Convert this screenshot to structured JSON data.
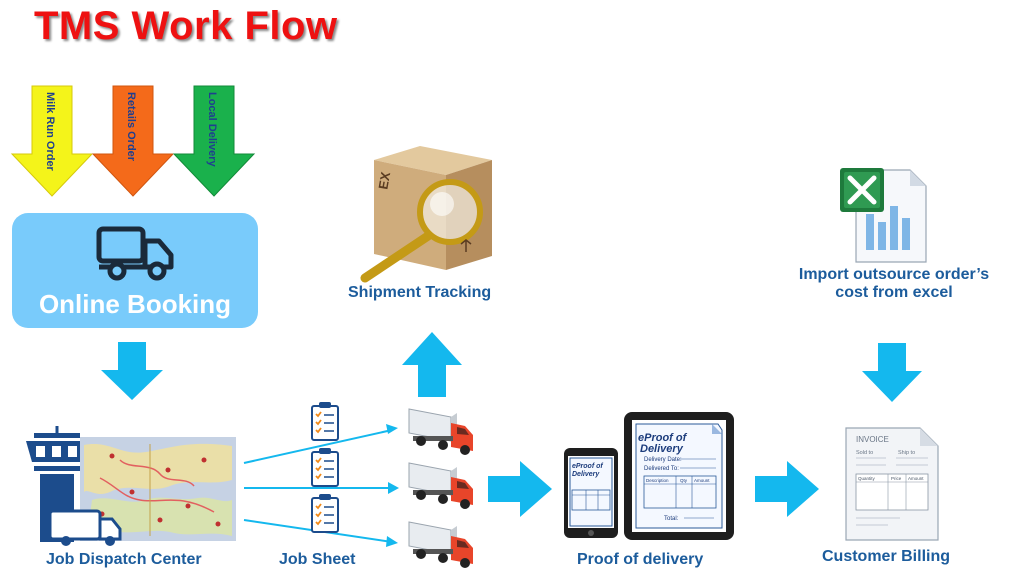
{
  "title": "TMS Work Flow",
  "order_types": [
    {
      "label": "Milk Run Order",
      "color": "#f4f41a"
    },
    {
      "label": "Retails Order",
      "color": "#f46a1a"
    },
    {
      "label": "Local Delivery",
      "color": "#1ab14c"
    }
  ],
  "online_booking": {
    "label": "Online Booking",
    "icon": "truck-outline-icon"
  },
  "job_dispatch_center": {
    "label": "Job Dispatch Center",
    "icons": [
      "control-tower-icon",
      "map-icon",
      "truck-icon"
    ]
  },
  "job_sheet": {
    "label": "Job Sheet",
    "icon": "checklist-icon"
  },
  "shipment_tracking": {
    "label": "Shipment Tracking",
    "icon": "magnifier-box-icon"
  },
  "proof_of_delivery": {
    "label": "Proof of delivery",
    "icon": "tablet-phone-icon",
    "doc_title_line1": "eProof of",
    "doc_title_line2": "Delivery",
    "field_date": "Delivery Date:",
    "field_to": "Delivered To:",
    "col_description": "Description",
    "col_qty": "Qty",
    "col_amount": "Amount",
    "total": "Total:"
  },
  "import_cost": {
    "label_line1": "Import outsource order’s",
    "label_line2": "cost from excel",
    "icon": "excel-file-icon"
  },
  "customer_billing": {
    "label": "Customer Billing",
    "icon": "invoice-icon",
    "invoice_title": "INVOICE",
    "sold_to": "Sold to",
    "ship_to": "Ship to",
    "col_quantity": "Quantity",
    "col_price": "Price",
    "col_amount": "Amount"
  },
  "colors": {
    "title": "#ee1111",
    "label": "#1c5c9c",
    "arrow": "#14b8ee",
    "booking_box": "#79cbfb",
    "truck_cab": "#e8452a"
  }
}
